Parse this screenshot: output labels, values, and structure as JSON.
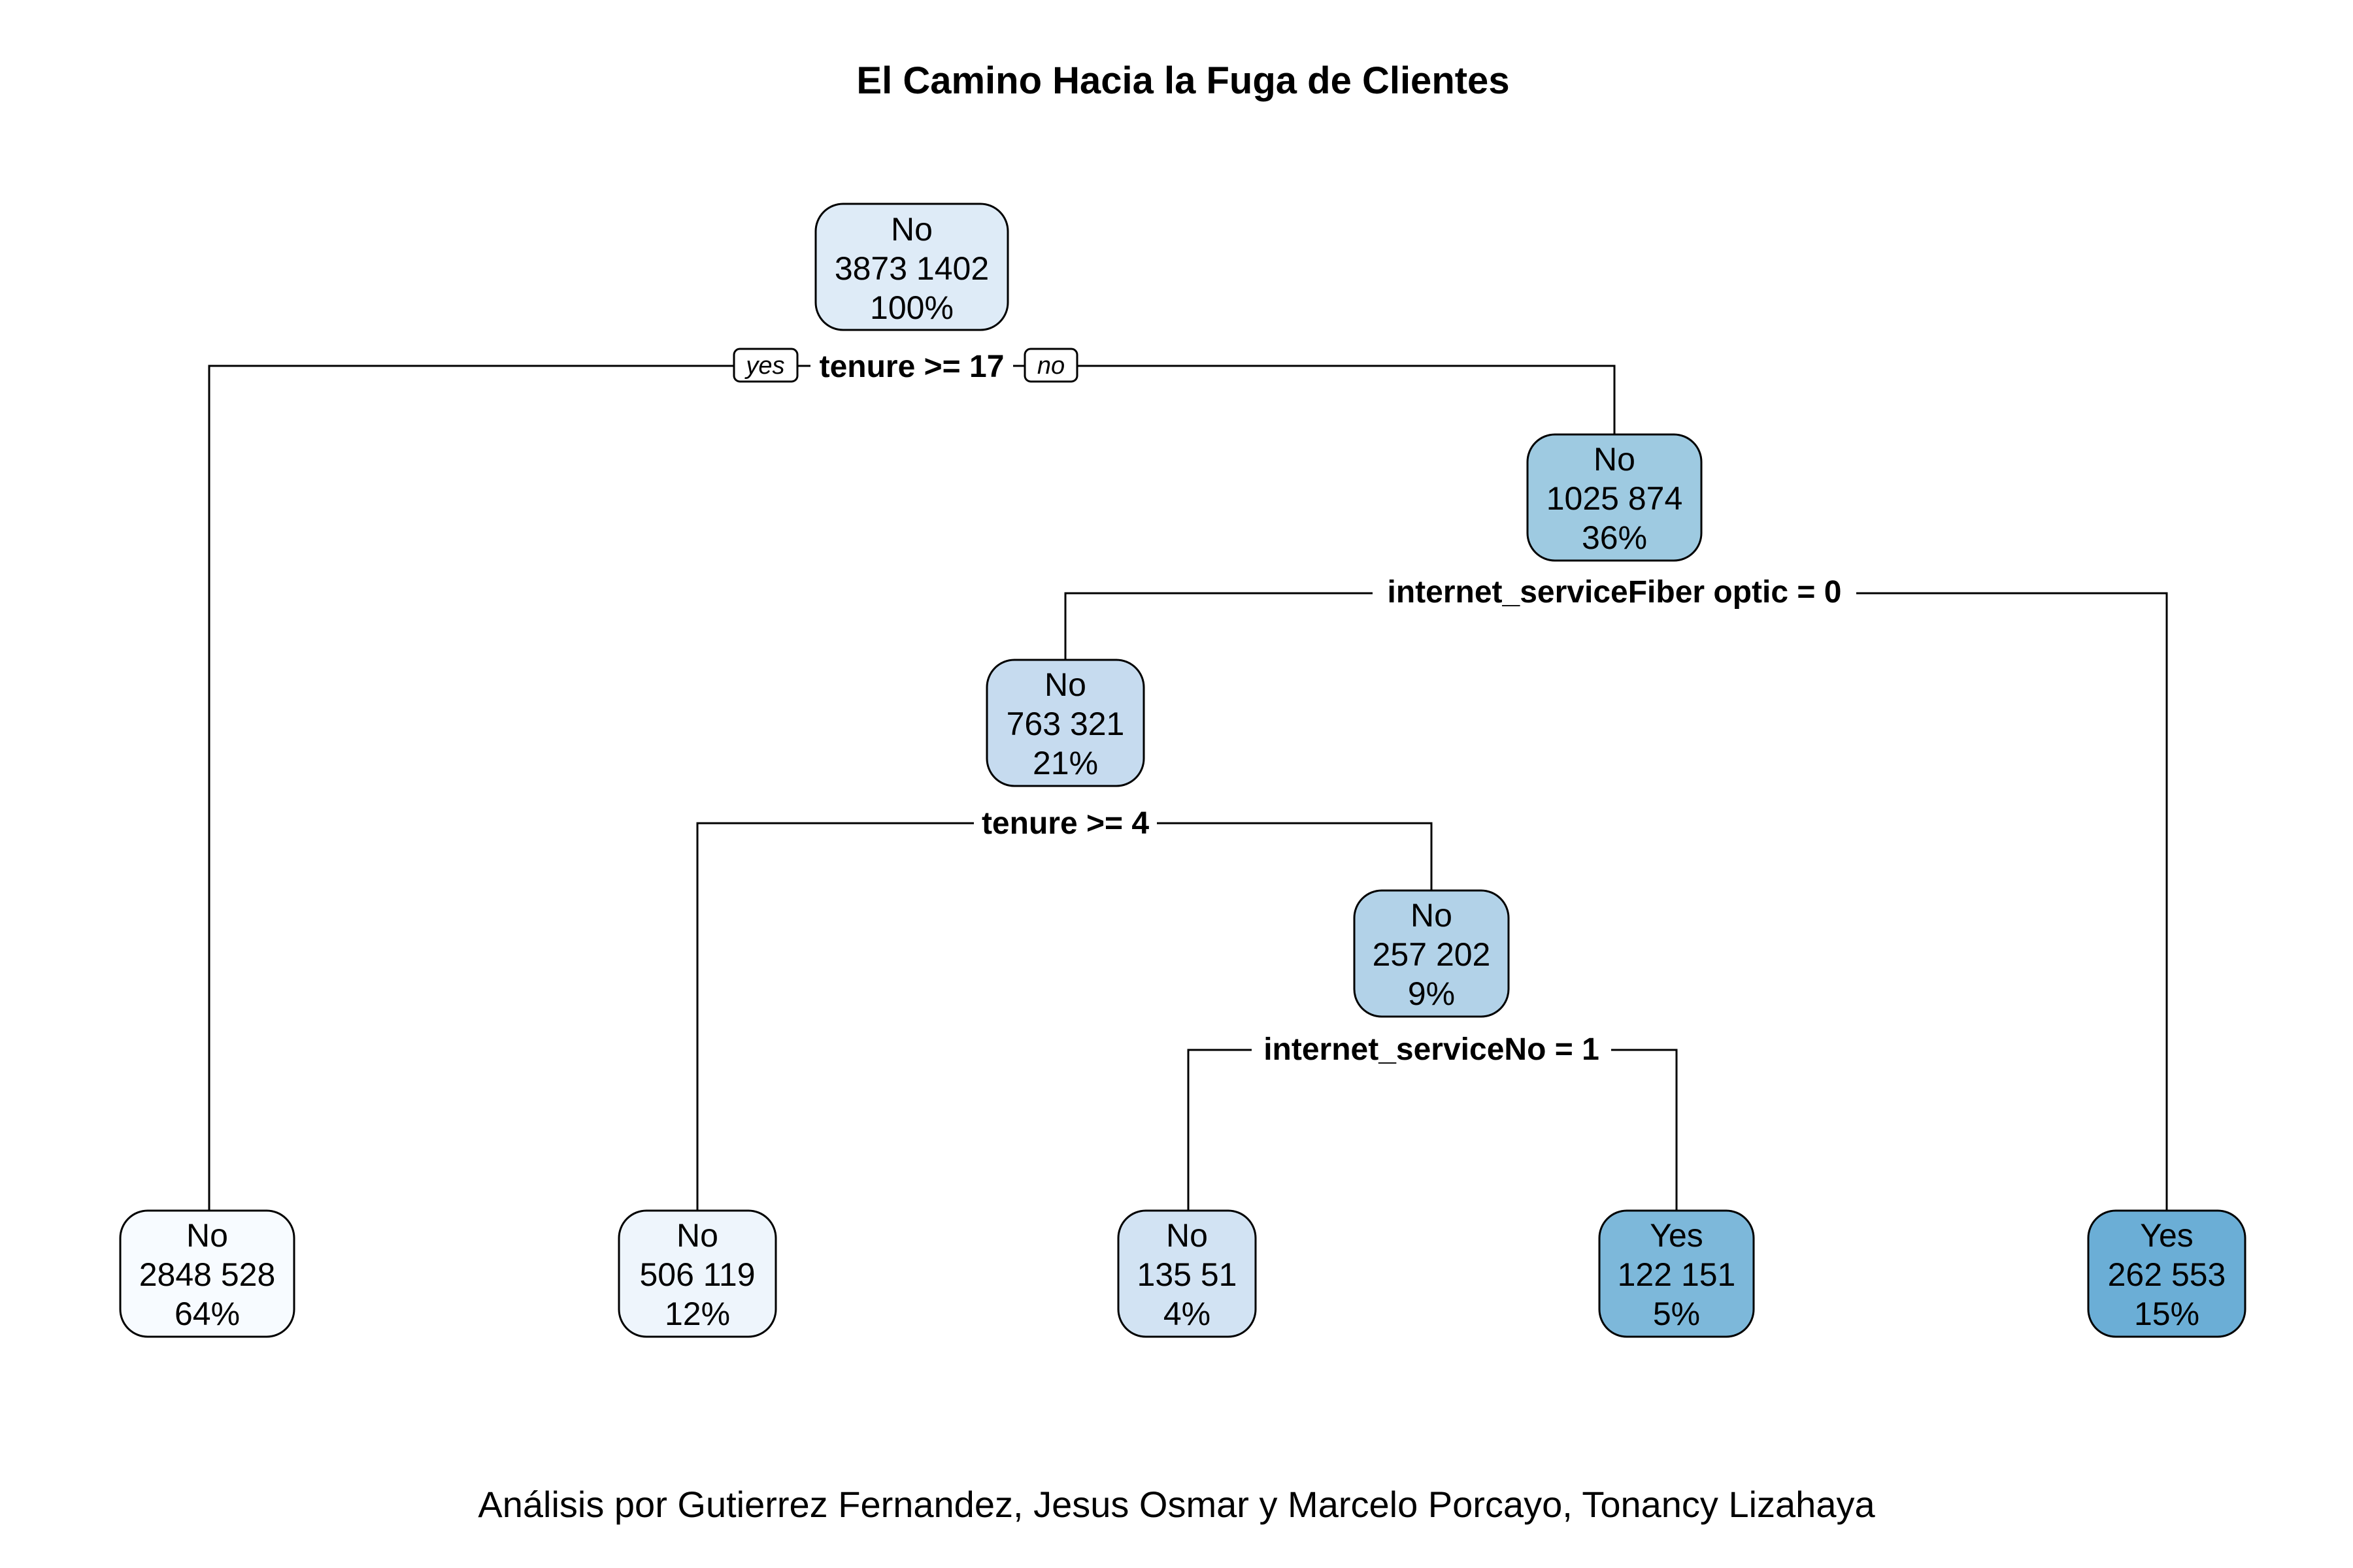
{
  "title": "El Camino Hacia la Fuga de Clientes",
  "caption": "Análisis por Gutierrez Fernandez, Jesus Osmar y Marcelo Porcayo, Tonancy Lizahaya",
  "branch_labels": {
    "yes": "yes",
    "no": "no"
  },
  "nodes": [
    {
      "id": "n1",
      "class": "No",
      "counts": "3873  1402",
      "percent": "100%",
      "fill": "#deebf7"
    },
    {
      "id": "n2",
      "class": "No",
      "counts": "2848  528",
      "percent": "64%",
      "fill": "#f7fbff"
    },
    {
      "id": "n3",
      "class": "No",
      "counts": "1025  874",
      "percent": "36%",
      "fill": "#9ecae1"
    },
    {
      "id": "n4",
      "class": "No",
      "counts": "763  321",
      "percent": "21%",
      "fill": "#c6dbef"
    },
    {
      "id": "n5",
      "class": "Yes",
      "counts": "262  553",
      "percent": "15%",
      "fill": "#6baed6"
    },
    {
      "id": "n6",
      "class": "No",
      "counts": "506  119",
      "percent": "12%",
      "fill": "#eef5fc"
    },
    {
      "id": "n7",
      "class": "No",
      "counts": "257  202",
      "percent": "9%",
      "fill": "#b2d2e8"
    },
    {
      "id": "n8",
      "class": "No",
      "counts": "135  51",
      "percent": "4%",
      "fill": "#d2e3f3"
    },
    {
      "id": "n9",
      "class": "Yes",
      "counts": "122  151",
      "percent": "5%",
      "fill": "#7db8da"
    }
  ],
  "splits": [
    {
      "id": "s1",
      "label": "tenure >= 17"
    },
    {
      "id": "s2",
      "label": "internet_serviceFiber optic = 0"
    },
    {
      "id": "s3",
      "label": "tenure >= 4"
    },
    {
      "id": "s4",
      "label": "internet_serviceNo = 1"
    }
  ]
}
